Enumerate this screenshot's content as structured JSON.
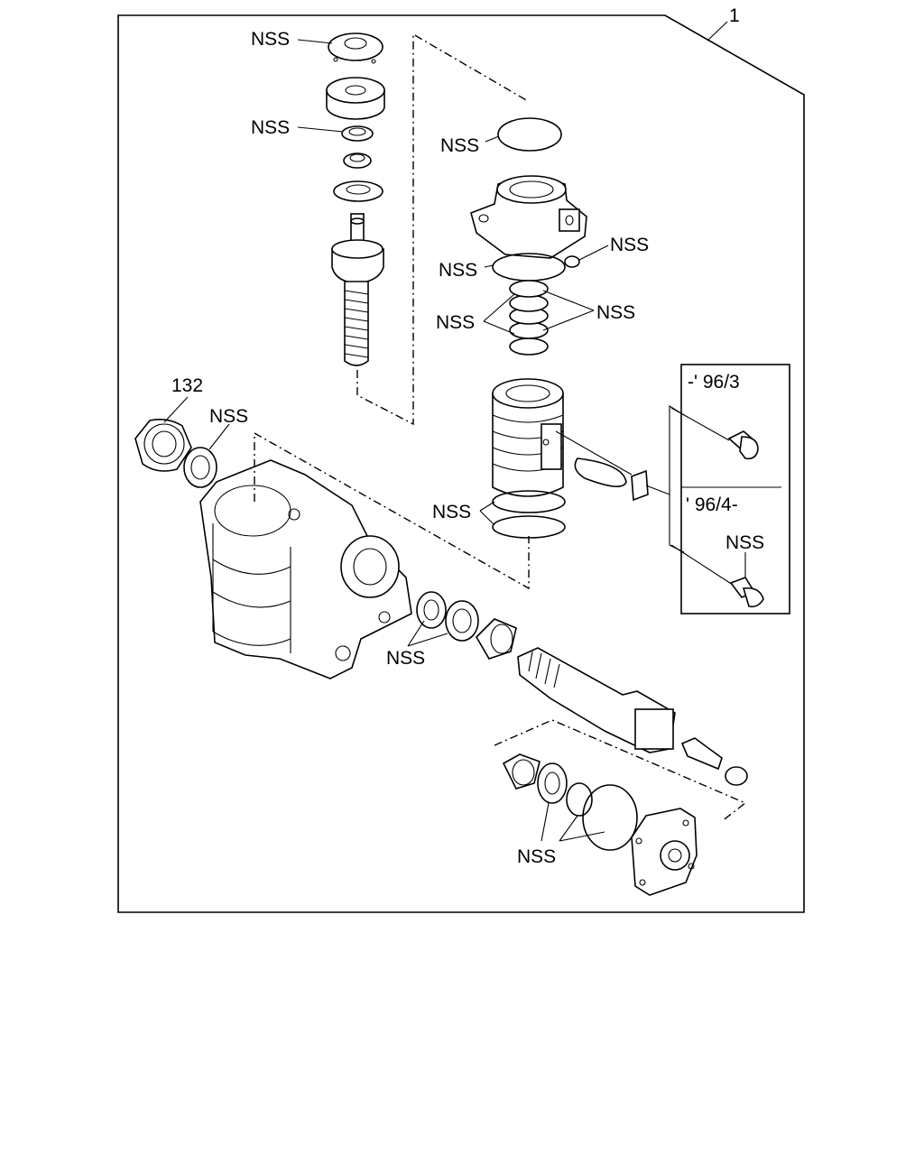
{
  "labels": {
    "assembly": "1",
    "part_132": "132",
    "nss": "NSS",
    "variant_early": "-' 96/3",
    "variant_late": "' 96/4-"
  }
}
